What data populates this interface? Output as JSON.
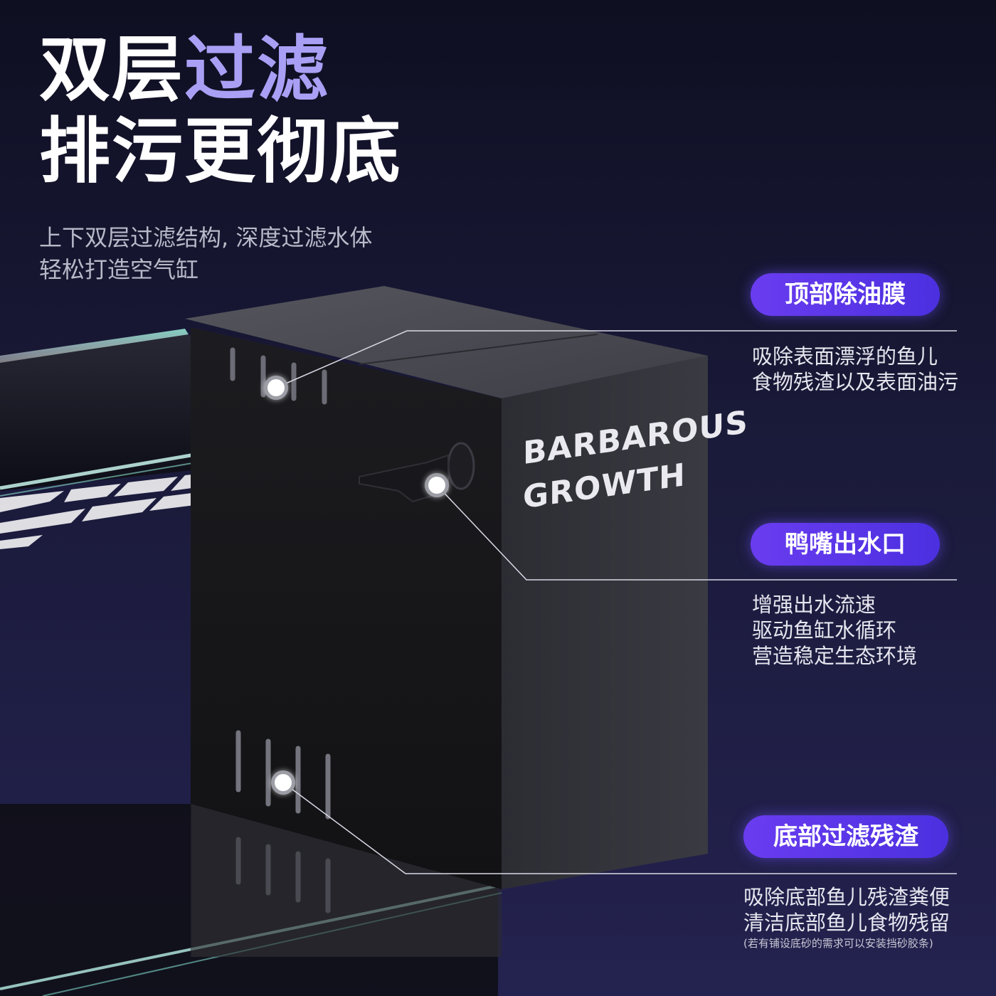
{
  "headline": {
    "line1_white": "双层",
    "line1_accent": "过滤",
    "line2": "排污更彻底"
  },
  "subtext": {
    "line1": "上下双层过滤结构, 深度过滤水体",
    "line2": "轻松打造空气缸"
  },
  "product": {
    "brand_line1": "BARBAROUS",
    "brand_line2": "GROWTH"
  },
  "callouts": [
    {
      "title": "顶部除油膜",
      "lines": [
        "吸除表面漂浮的鱼儿",
        "食物残渣以及表面油污"
      ]
    },
    {
      "title": "鸭嘴出水口",
      "lines": [
        "增强出水流速",
        "驱动鱼缸水循环",
        "营造稳定生态环境"
      ]
    },
    {
      "title": "底部过滤残渣",
      "lines": [
        "吸除底部鱼儿残渣粪便",
        "清洁底部鱼儿食物残留"
      ],
      "note": "(若有铺设底砂的需求可以安装挡砂胶条)"
    }
  ],
  "colors": {
    "background_top": "#0f0f22",
    "background_bottom": "#24224f",
    "accent_text": "#a9a0f5",
    "pill": "#5a35ea",
    "filter_body": "#1a1a1d"
  }
}
